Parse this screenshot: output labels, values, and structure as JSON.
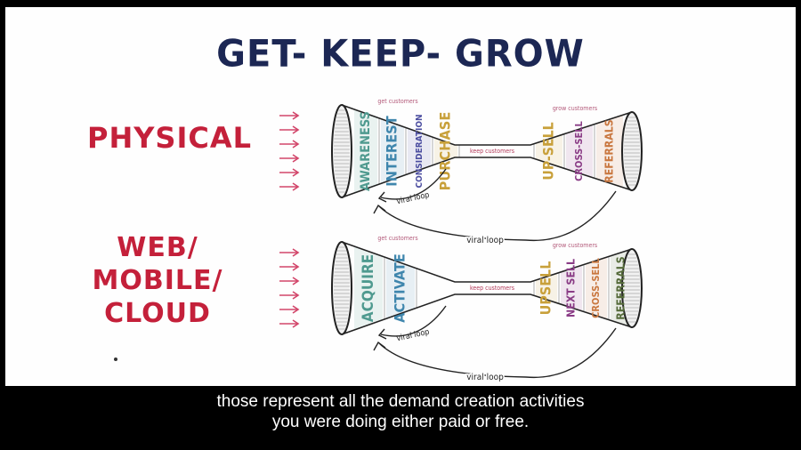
{
  "slide": {
    "title": "GET- KEEP- GROW",
    "labels": {
      "physical": "PHYSICAL",
      "web": [
        "WEB/",
        "MOBILE/",
        "CLOUD"
      ]
    },
    "funnels": [
      {
        "name": "physical",
        "left_caption": "get customers",
        "right_caption": "grow customers",
        "middle_caption": "keep customers",
        "left_stages": [
          "AWARENESS",
          "INTEREST",
          "CONSIDERATION",
          "PURCHASE"
        ],
        "right_stages": [
          "UP-SELL",
          "CROSS-SELL",
          "REFERRALS"
        ],
        "inner_loop": "viral loop",
        "outer_loop": "viral loop"
      },
      {
        "name": "web",
        "left_caption": "get customers",
        "right_caption": "grow customers",
        "middle_caption": "keep customers",
        "left_stages": [
          "ACQUIRE",
          "ACTIVATE"
        ],
        "right_stages": [
          "UPSELL",
          "NEXT SELL",
          "CROSS-SELL",
          "REFERRALS"
        ],
        "inner_loop": "viral loop",
        "outer_loop": "viral loop"
      }
    ]
  },
  "subtitles": {
    "line1": "those represent all the demand creation activities",
    "line2": "you were doing either paid or free."
  },
  "colors": {
    "title": "#1c2754",
    "label": "#c4203a",
    "arrow": "#d2466a",
    "stages": [
      "#4f9a8f",
      "#3f86ad",
      "#4c4ea0",
      "#c8a03a",
      "#8a3c86",
      "#c9773f",
      "#556b3a"
    ]
  }
}
